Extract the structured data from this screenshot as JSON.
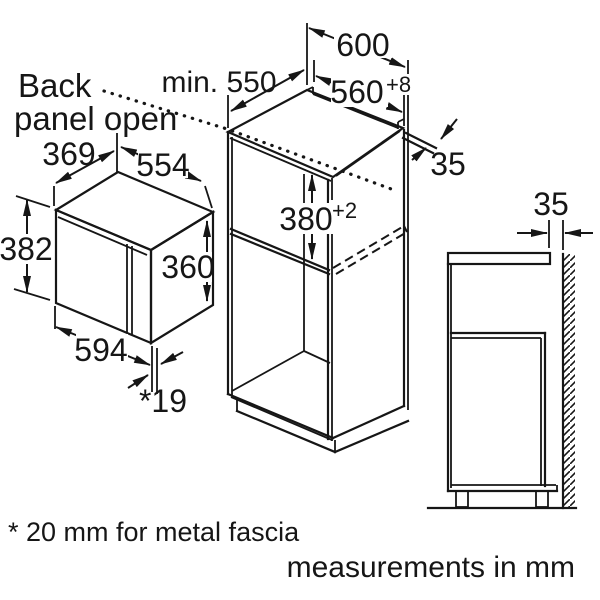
{
  "annotations": {
    "back_panel_open_line1": "Back",
    "back_panel_open_line2": "panel open",
    "footnote": "* 20 mm for metal fascia",
    "units_note": "measurements in mm"
  },
  "dimensions": {
    "cabinet_width": "600",
    "cabinet_min_depth": "min. 550",
    "niche_width": "560",
    "niche_width_tolerance": "+8",
    "niche_height": "380",
    "niche_height_tolerance": "+2",
    "top_rear_gap": "35",
    "wall_clearance": "35",
    "oven_depth": "369",
    "oven_width_top": "554",
    "oven_height": "382",
    "oven_side_height": "360",
    "oven_width_bottom": "594",
    "oven_door_depth": "*19"
  },
  "colors": {
    "line": "#161616",
    "background": "#ffffff"
  }
}
